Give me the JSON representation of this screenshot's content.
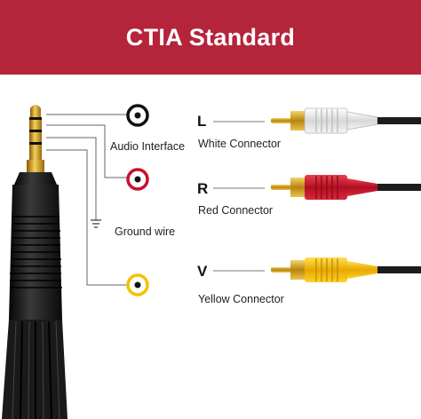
{
  "header": {
    "title": "CTIA Standard"
  },
  "labels": {
    "audio_interface": "Audio Interface",
    "ground_wire": "Ground wire"
  },
  "channels": [
    {
      "letter": "L",
      "connector": "White Connector",
      "color": "#e8e8e8"
    },
    {
      "letter": "R",
      "connector": "Red Connector",
      "color": "#c8102e"
    },
    {
      "letter": "V",
      "connector": "Yellow Connector",
      "color": "#f2c200"
    }
  ],
  "colors": {
    "banner": "#b4243a",
    "gold": "#d9a520",
    "cable": "#1c1c1c"
  }
}
